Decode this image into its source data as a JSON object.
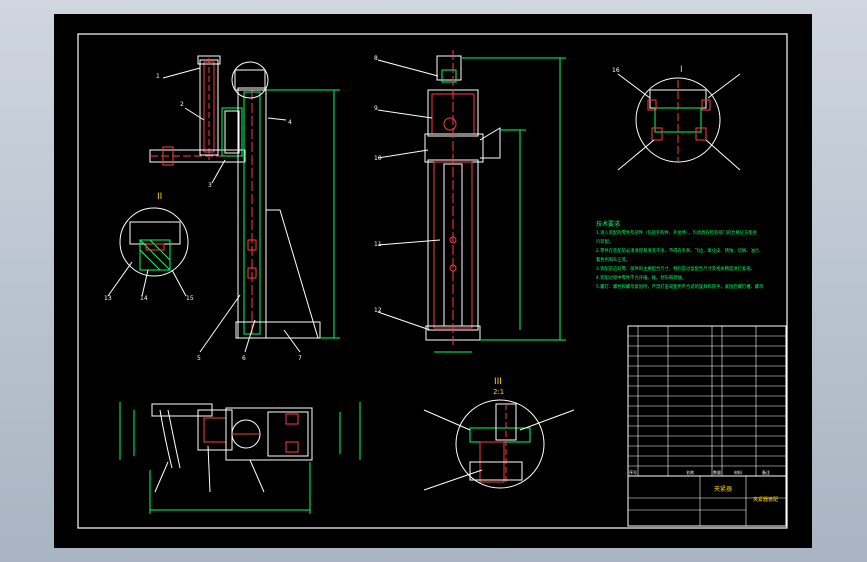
{
  "drawing": {
    "tech_title": "技术要求",
    "tech_lines": [
      "1.进入装配的零件及部件（包括外购件、外协件），均须具有检验部门的合格证方能进",
      "行装配。",
      "2.零件在装配前必须清理和清洗干净，不得有毛刺、飞边、氧化皮、锈蚀、切屑、油污、",
      "着色剂和灰尘等。",
      "3.装配前应对零、部件的主要配合尺寸，特别是过盈配合尺寸及相关精度进行复查。",
      "4.装配过程中零件不允许磕、碰、划伤和锈蚀。",
      "5.螺钉、螺栓和螺母紧固时，严禁打击或使用不合适的旋具和扳手，紧固后螺钉槽、螺母"
    ],
    "detail_labels": [
      "I",
      "II",
      "III"
    ],
    "detail_scale": "2:1",
    "part_title": "夹紧器",
    "drawing_no": "夹紧器装配",
    "bom_header": [
      "序号",
      "名称",
      "数量",
      "材料",
      "备注"
    ],
    "callouts": [
      "1",
      "2",
      "3",
      "4",
      "5",
      "6",
      "7",
      "8",
      "9",
      "10",
      "11",
      "12",
      "13",
      "14",
      "15",
      "16"
    ]
  }
}
